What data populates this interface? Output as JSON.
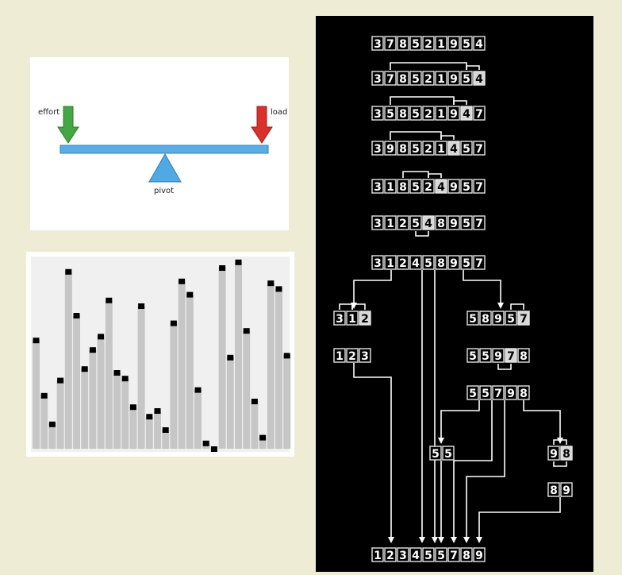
{
  "lever": {
    "effort_label": "effort",
    "load_label": "load",
    "pivot_label": "pivot",
    "colors": {
      "beam": "#5aaee8",
      "pivot": "#4fa9e3",
      "effort_arrow": "#43a843",
      "load_arrow": "#d9312b"
    }
  },
  "bars": {
    "values": [
      57,
      28,
      13,
      36,
      93,
      70,
      42,
      52,
      59,
      78,
      40,
      37,
      22,
      75,
      17,
      20,
      10,
      66,
      88,
      81,
      31,
      3,
      0,
      95,
      48,
      98,
      62,
      25,
      6,
      87,
      84,
      49
    ]
  },
  "quicksort": {
    "rows": [
      {
        "digits": [
          "3",
          "7",
          "8",
          "5",
          "2",
          "1",
          "9",
          "5",
          "4"
        ]
      },
      {
        "digits": [
          "3",
          "7",
          "8",
          "5",
          "2",
          "1",
          "9",
          "5",
          "4"
        ],
        "pivot": 8
      },
      {
        "digits": [
          "3",
          "5",
          "8",
          "5",
          "2",
          "1",
          "9",
          "4",
          "7"
        ],
        "pivot": 7
      },
      {
        "digits": [
          "3",
          "9",
          "8",
          "5",
          "2",
          "1",
          "4",
          "5",
          "7"
        ],
        "pivot": 6
      },
      {
        "digits": [
          "3",
          "1",
          "8",
          "5",
          "2",
          "4",
          "9",
          "5",
          "7"
        ],
        "pivot": 5
      },
      {
        "digits": [
          "3",
          "1",
          "2",
          "5",
          "4",
          "8",
          "9",
          "5",
          "7"
        ],
        "pivot": 4
      },
      {
        "digits": [
          "3",
          "1",
          "2",
          "4",
          "5",
          "8",
          "9",
          "5",
          "7"
        ]
      },
      {
        "digits": [
          "3",
          "1",
          "2"
        ],
        "pivot": 2
      },
      {
        "digits": [
          "5",
          "8",
          "9",
          "5",
          "7"
        ],
        "pivot": 4
      },
      {
        "digits": [
          "1",
          "2",
          "3"
        ]
      },
      {
        "digits": [
          "5",
          "5",
          "9",
          "7",
          "8"
        ],
        "pivot": 3
      },
      {
        "digits": [
          "5",
          "5",
          "7",
          "9",
          "8"
        ]
      },
      {
        "digits": [
          "5",
          "5"
        ]
      },
      {
        "digits": [
          "9",
          "8"
        ],
        "pivot": 1
      },
      {
        "digits": [
          "8",
          "9"
        ]
      },
      {
        "digits": [
          "1",
          "2",
          "3",
          "4",
          "5",
          "5",
          "7",
          "8",
          "9"
        ]
      }
    ]
  }
}
